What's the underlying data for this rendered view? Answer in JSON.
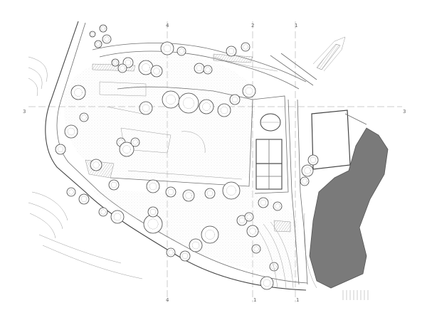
{
  "grid_labels": {
    "top_4": "4",
    "top_2": "2",
    "top_1": "1",
    "left_3": "3",
    "right_3": "3",
    "bottom_4": "4",
    "bottom_1a": "1",
    "bottom_1b": "1"
  },
  "colors": {
    "background": "#ffffff",
    "lines": "#6f6f6f",
    "tree_canopy": "#444444",
    "water_body": "#7a7a7a",
    "building_fill": "#ffffff",
    "stipple": "#b8b8b8"
  }
}
